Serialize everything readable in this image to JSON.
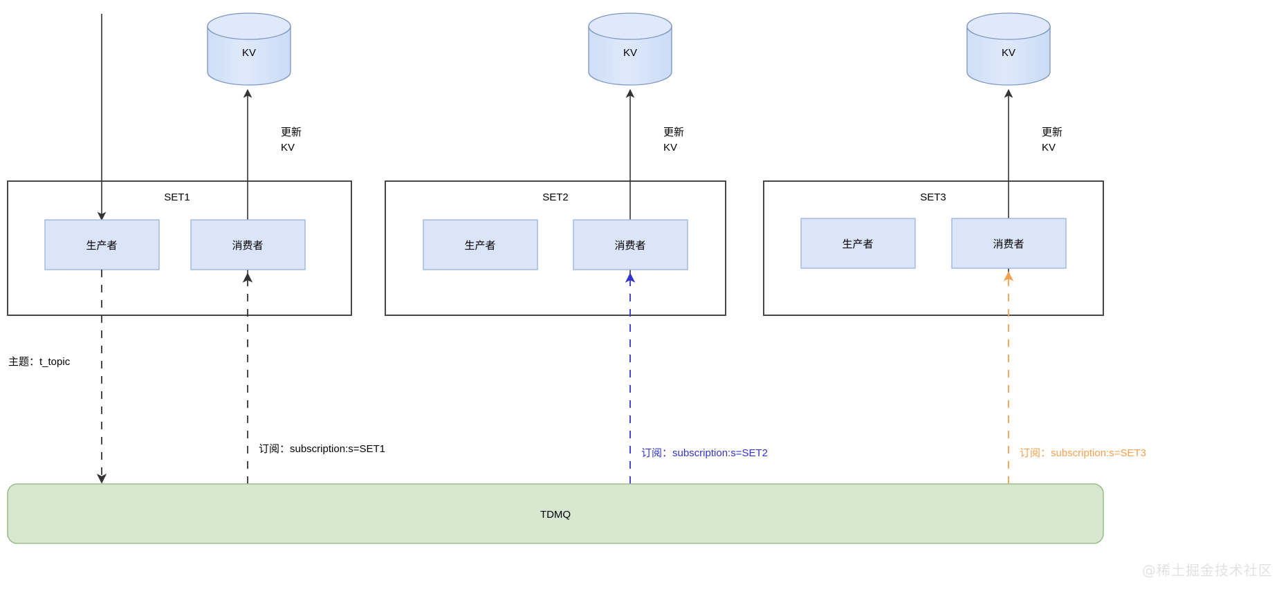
{
  "diagram": {
    "title": "TDMQ SET subscription architecture",
    "colors": {
      "node_fill": "#dbe5f9",
      "node_stroke": "#9fb6dd",
      "set_stroke": "#333333",
      "kv_fill": "#d5e2f7",
      "kv_stroke": "#7a93c0",
      "tdmq_fill": "#d8e8d0",
      "tdmq_stroke": "#9bbd8a",
      "arrow_black": "#333333",
      "arrow_blue": "#3333cc",
      "arrow_orange": "#f5a04f",
      "watermark": "#e2e2e2"
    },
    "sets": [
      {
        "name": "SET1",
        "producer_label": "生产者",
        "consumer_label": "消费者",
        "kv_label": "KV",
        "update_label_line1": "更新",
        "update_label_line2": "KV",
        "subscription_label": "订阅：subscription:s=SET1",
        "subscription_color": "black"
      },
      {
        "name": "SET2",
        "producer_label": "生产者",
        "consumer_label": "消费者",
        "kv_label": "KV",
        "update_label_line1": "更新",
        "update_label_line2": "KV",
        "subscription_label": "订阅：subscription:s=SET2",
        "subscription_color": "blue"
      },
      {
        "name": "SET3",
        "producer_label": "生产者",
        "consumer_label": "消费者",
        "kv_label": "KV",
        "update_label_line1": "更新",
        "update_label_line2": "KV",
        "subscription_label": "订阅：subscription:s=SET3",
        "subscription_color": "orange"
      }
    ],
    "topic_label": "主题：t_topic",
    "broker_label": "TDMQ",
    "watermark": "@稀土掘金技术社区"
  }
}
